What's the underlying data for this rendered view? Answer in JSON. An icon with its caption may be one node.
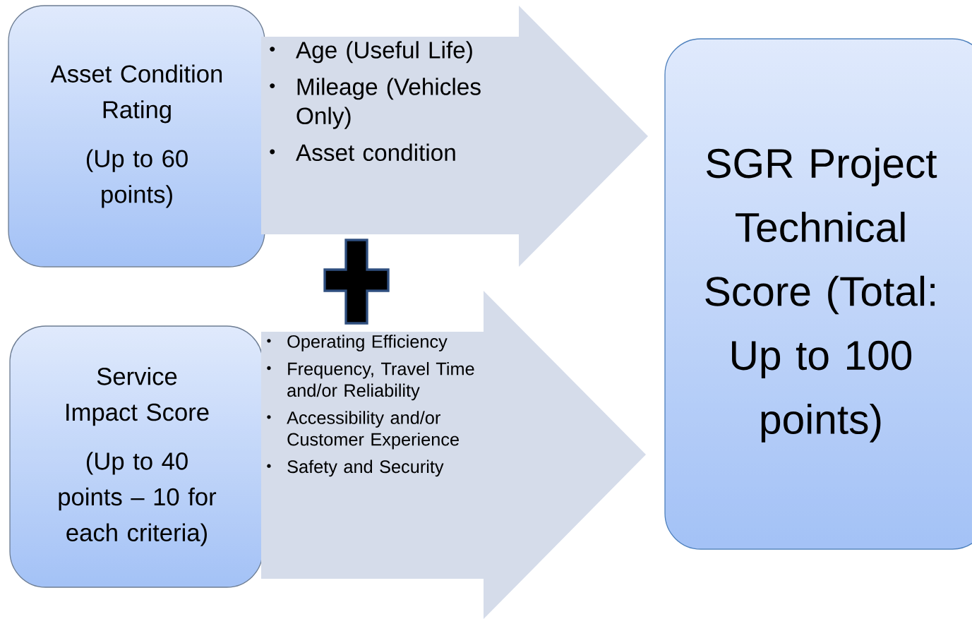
{
  "diagram": {
    "nodes": [
      {
        "text": [
          "Asset Condition Rating",
          "(Up to 60 points)"
        ]
      },
      {
        "text": [
          "Age (Useful Life)",
          "Mileage (Vehicles Only)",
          "Asset condition"
        ]
      },
      {
        "text": [],
        "shape": "plus"
      },
      {
        "text": [
          "Service Impact Score",
          "(Up to 40 points – 10 for each criteria)"
        ]
      },
      {
        "text": [
          "Operating Efficiency",
          "Frequency, Travel Time and/or Reliability",
          "Accessibility and/or Customer Experience",
          "Safety and Security"
        ]
      },
      {
        "text": [
          "SGR Project Technical Score (Total: Up to 100 points)"
        ]
      }
    ]
  }
}
